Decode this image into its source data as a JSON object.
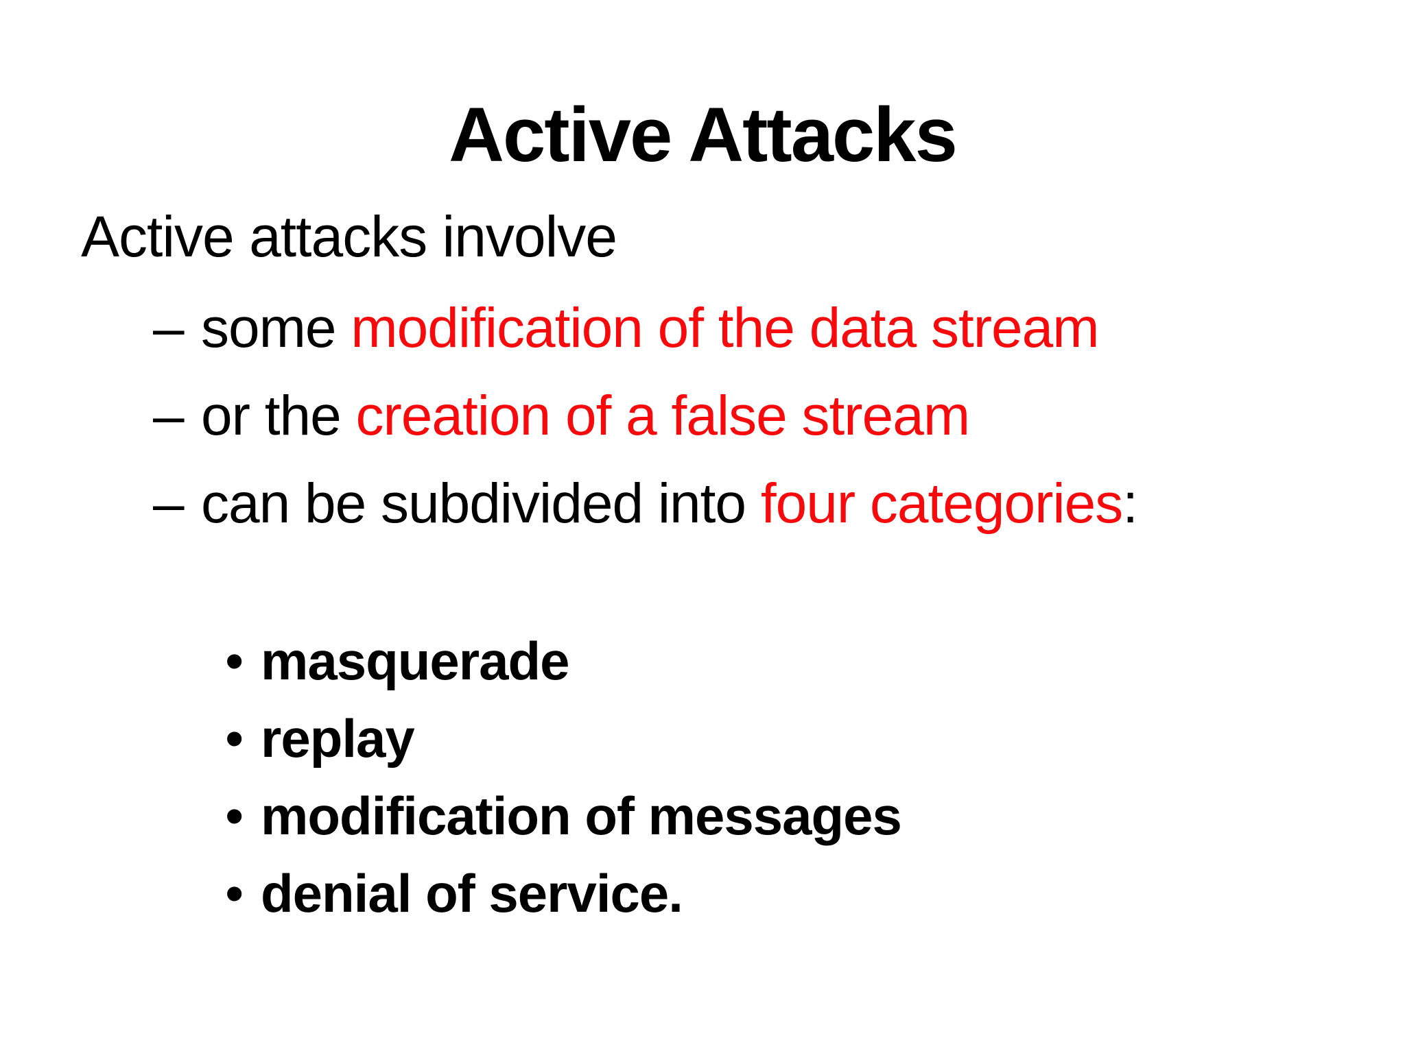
{
  "slide": {
    "title": "Active Attacks",
    "intro": "Active attacks involve",
    "bullet_glyphs": {
      "dash": "–",
      "dot": "•"
    },
    "dash_bullets": [
      {
        "prefix": "some ",
        "highlight": "modification of the data stream",
        "suffix": ""
      },
      {
        "prefix": "or the ",
        "highlight": "creation of a false stream",
        "suffix": ""
      },
      {
        "prefix": "can be subdivided into ",
        "highlight": "four categories",
        "suffix": ":"
      }
    ],
    "sub_bullets": [
      "masquerade",
      "replay",
      "modification of messages",
      "denial of service."
    ],
    "colors": {
      "background": "#ffffff",
      "text": "#000000",
      "highlight": "#f80a0c"
    }
  }
}
